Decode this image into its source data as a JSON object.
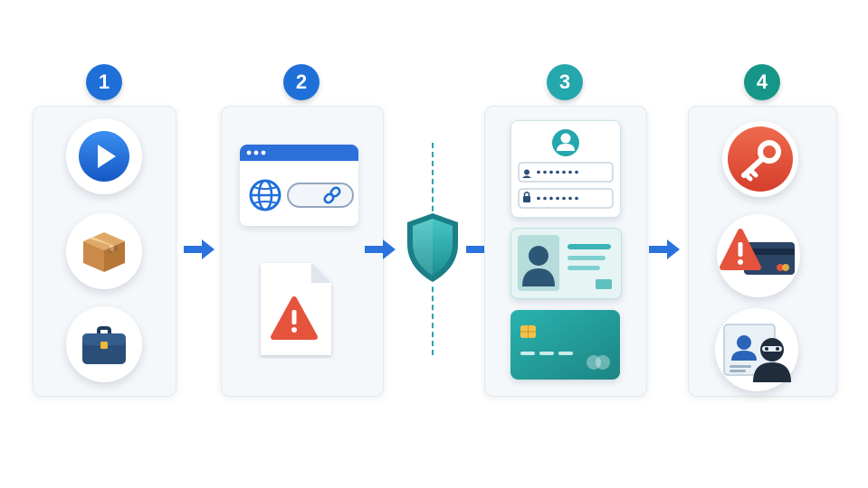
{
  "steps": [
    {
      "number": "1",
      "color": "#1f6fd9"
    },
    {
      "number": "2",
      "color": "#1f6fd9"
    },
    {
      "number": "3",
      "color": "#24a7ad"
    },
    {
      "number": "4",
      "color": "#169689"
    }
  ],
  "icons": {
    "step1": [
      "play-icon",
      "package-icon",
      "briefcase-icon"
    ],
    "step2": [
      "browser-link-icon",
      "warning-document-icon"
    ],
    "center": "shield-icon",
    "step3": [
      "login-form-icon",
      "id-card-icon",
      "credit-card-icon"
    ],
    "step4": [
      "key-icon",
      "warning-card-icon",
      "identity-theft-icon"
    ]
  },
  "colors": {
    "blue": "#1f6fd9",
    "teal": "#24a7ad",
    "green_teal": "#169689",
    "warning": "#e5533d",
    "card_teal": "#1e9a98"
  }
}
